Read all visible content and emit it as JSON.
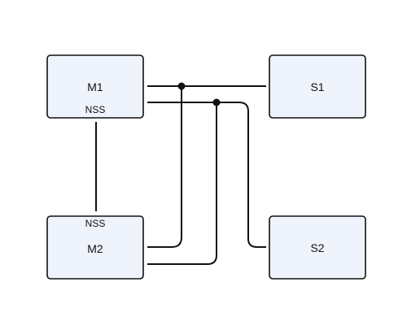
{
  "diagram": {
    "nodes": {
      "m1": {
        "label": "M1",
        "port": "NSS"
      },
      "m2": {
        "label": "M2",
        "port": "NSS"
      },
      "s1": {
        "label": "S1"
      },
      "s2": {
        "label": "S2"
      }
    }
  }
}
